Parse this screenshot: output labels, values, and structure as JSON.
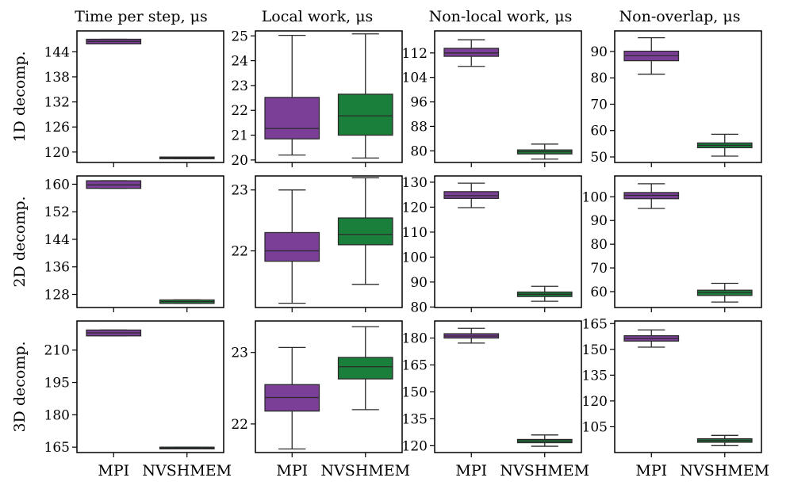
{
  "colors": {
    "mpi": "#7b3f98",
    "nvshmem": "#1a7f3a",
    "line": "#2b2b2b",
    "frame": "#000000",
    "background": "#ffffff"
  },
  "columns": [
    "Time per step, μs",
    "Local work, μs",
    "Non-local work, μs",
    "Non-overlap, μs"
  ],
  "rows": [
    "1D decomp.",
    "2D decomp.",
    "3D decomp."
  ],
  "categories": [
    "MPI",
    "NVSHMEM"
  ],
  "chart_data": [
    {
      "type": "box",
      "row": 0,
      "col": 0,
      "ylim": [
        117.5,
        149.0
      ],
      "yticks": [
        120,
        126,
        132,
        138,
        144
      ],
      "series": [
        {
          "category": "MPI",
          "min": 145.9,
          "q1": 145.9,
          "median": 146.5,
          "q3": 147.0,
          "max": 147.0
        },
        {
          "category": "NVSHMEM",
          "min": 118.4,
          "q1": 118.4,
          "median": 118.6,
          "q3": 118.8,
          "max": 118.8
        }
      ]
    },
    {
      "type": "box",
      "row": 0,
      "col": 1,
      "ylim": [
        19.9,
        25.2
      ],
      "yticks": [
        20,
        21,
        22,
        23,
        24,
        25
      ],
      "series": [
        {
          "category": "MPI",
          "min": 20.2,
          "q1": 20.85,
          "median": 21.27,
          "q3": 22.52,
          "max": 25.02
        },
        {
          "category": "NVSHMEM",
          "min": 20.08,
          "q1": 21.0,
          "median": 21.78,
          "q3": 22.65,
          "max": 25.08
        }
      ]
    },
    {
      "type": "box",
      "row": 0,
      "col": 2,
      "ylim": [
        76.2,
        119.2
      ],
      "yticks": [
        80,
        88,
        96,
        104,
        112
      ],
      "series": [
        {
          "category": "MPI",
          "min": 107.6,
          "q1": 110.9,
          "median": 112.0,
          "q3": 113.5,
          "max": 116.3
        },
        {
          "category": "NVSHMEM",
          "min": 77.3,
          "q1": 79.0,
          "median": 79.7,
          "q3": 80.3,
          "max": 82.2
        }
      ]
    },
    {
      "type": "box",
      "row": 0,
      "col": 3,
      "ylim": [
        47.9,
        97.8
      ],
      "yticks": [
        50,
        60,
        70,
        80,
        90
      ],
      "series": [
        {
          "category": "MPI",
          "min": 81.4,
          "q1": 86.5,
          "median": 88.4,
          "q3": 90.1,
          "max": 95.2
        },
        {
          "category": "NVSHMEM",
          "min": 50.3,
          "q1": 53.5,
          "median": 54.4,
          "q3": 55.3,
          "max": 58.6
        }
      ]
    },
    {
      "type": "box",
      "row": 1,
      "col": 0,
      "ylim": [
        124.2,
        162.4
      ],
      "yticks": [
        128,
        136,
        144,
        152,
        160
      ],
      "series": [
        {
          "category": "MPI",
          "min": 158.8,
          "q1": 158.8,
          "median": 159.8,
          "q3": 161.0,
          "max": 161.0
        },
        {
          "category": "NVSHMEM",
          "min": 125.4,
          "q1": 125.4,
          "median": 125.9,
          "q3": 126.4,
          "max": 126.4
        }
      ]
    },
    {
      "type": "box",
      "row": 1,
      "col": 1,
      "ylim": [
        21.07,
        23.23
      ],
      "yticks": [
        22,
        23
      ],
      "series": [
        {
          "category": "MPI",
          "min": 21.14,
          "q1": 21.83,
          "median": 22.0,
          "q3": 22.3,
          "max": 23.0
        },
        {
          "category": "NVSHMEM",
          "min": 21.45,
          "q1": 22.1,
          "median": 22.27,
          "q3": 22.54,
          "max": 23.2
        }
      ]
    },
    {
      "type": "box",
      "row": 1,
      "col": 2,
      "ylim": [
        79.8,
        132.5
      ],
      "yticks": [
        80,
        90,
        100,
        110,
        120,
        130
      ],
      "series": [
        {
          "category": "MPI",
          "min": 119.8,
          "q1": 123.5,
          "median": 124.6,
          "q3": 126.2,
          "max": 129.6
        },
        {
          "category": "NVSHMEM",
          "min": 82.3,
          "q1": 84.2,
          "median": 85.1,
          "q3": 86.0,
          "max": 88.3
        }
      ]
    },
    {
      "type": "box",
      "row": 1,
      "col": 3,
      "ylim": [
        53.3,
        108.8
      ],
      "yticks": [
        60,
        70,
        80,
        90,
        100
      ],
      "series": [
        {
          "category": "MPI",
          "min": 95.1,
          "q1": 99.2,
          "median": 100.6,
          "q3": 101.8,
          "max": 105.5
        },
        {
          "category": "NVSHMEM",
          "min": 55.6,
          "q1": 58.4,
          "median": 59.6,
          "q3": 60.6,
          "max": 63.5
        }
      ]
    },
    {
      "type": "box",
      "row": 2,
      "col": 0,
      "ylim": [
        162.5,
        223.5
      ],
      "yticks": [
        165,
        180,
        195,
        210
      ],
      "series": [
        {
          "category": "MPI",
          "min": 216.6,
          "q1": 216.6,
          "median": 218.0,
          "q3": 219.3,
          "max": 219.3
        },
        {
          "category": "NVSHMEM",
          "min": 164.2,
          "q1": 164.2,
          "median": 164.5,
          "q3": 165.0,
          "max": 165.0
        }
      ]
    },
    {
      "type": "box",
      "row": 2,
      "col": 1,
      "ylim": [
        21.6,
        23.44
      ],
      "yticks": [
        22,
        23
      ],
      "series": [
        {
          "category": "MPI",
          "min": 21.65,
          "q1": 22.18,
          "median": 22.37,
          "q3": 22.55,
          "max": 23.07
        },
        {
          "category": "NVSHMEM",
          "min": 22.2,
          "q1": 22.63,
          "median": 22.8,
          "q3": 22.93,
          "max": 23.36
        }
      ]
    },
    {
      "type": "box",
      "row": 2,
      "col": 2,
      "ylim": [
        116.2,
        189.5
      ],
      "yticks": [
        120,
        135,
        150,
        165,
        180
      ],
      "series": [
        {
          "category": "MPI",
          "min": 177.2,
          "q1": 180.0,
          "median": 181.1,
          "q3": 182.4,
          "max": 185.4
        },
        {
          "category": "NVSHMEM",
          "min": 119.7,
          "q1": 121.7,
          "median": 122.6,
          "q3": 123.5,
          "max": 126.0
        }
      ]
    },
    {
      "type": "box",
      "row": 2,
      "col": 3,
      "ylim": [
        90.0,
        166.5
      ],
      "yticks": [
        105,
        120,
        135,
        150,
        165
      ],
      "series": [
        {
          "category": "MPI",
          "min": 151.3,
          "q1": 154.8,
          "median": 156.3,
          "q3": 157.9,
          "max": 161.3
        },
        {
          "category": "NVSHMEM",
          "min": 94.0,
          "q1": 96.0,
          "median": 97.0,
          "q3": 98.0,
          "max": 100.0
        }
      ]
    }
  ]
}
